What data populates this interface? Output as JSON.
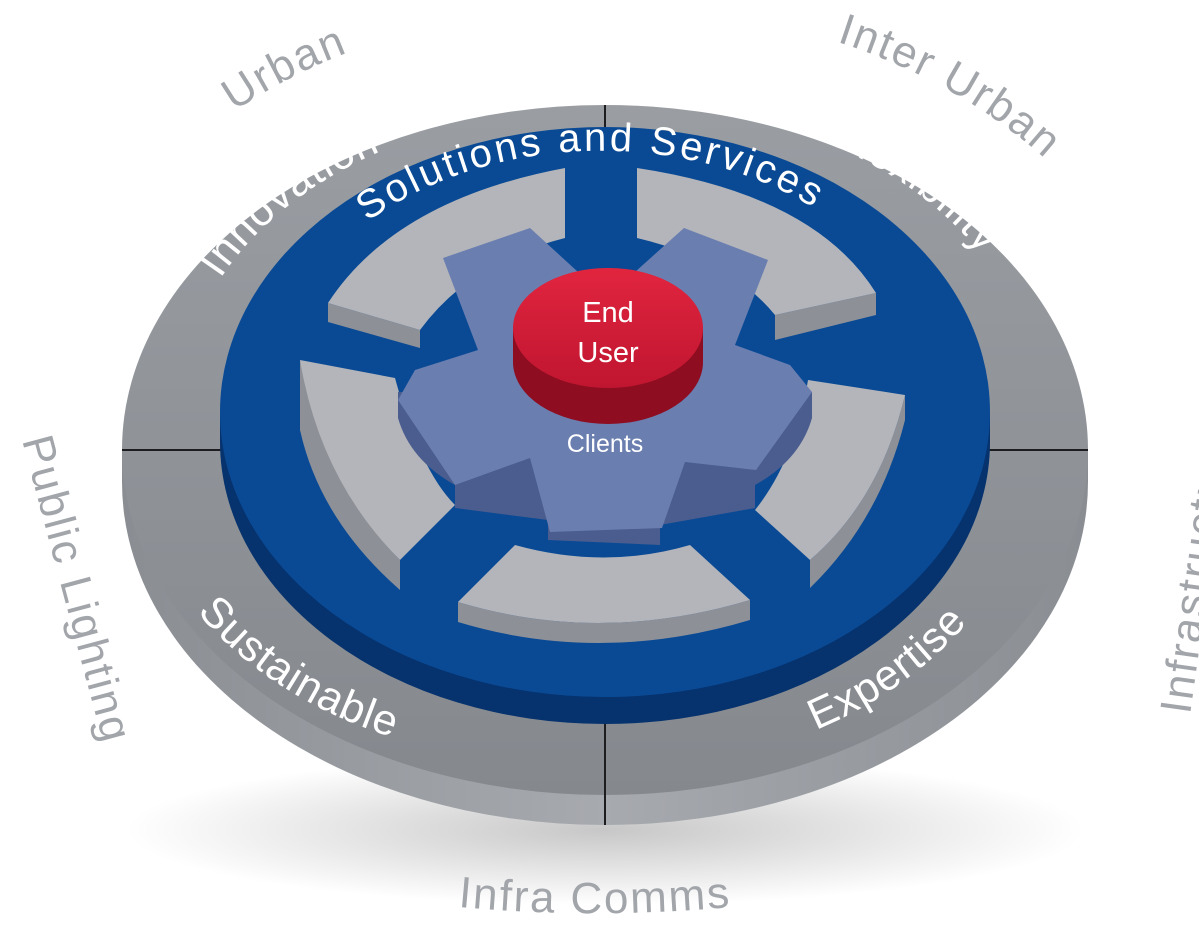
{
  "outer_sectors": {
    "urban": "Urban",
    "inter_urban": "Inter Urban",
    "infrastructure": "Infrastructure",
    "infra_comms": "Infra Comms",
    "public_lighting": "Public Lighting"
  },
  "ring_values": {
    "innovation": "Innovation",
    "flexibility": "Flexibility",
    "expertise": "Expertise",
    "sustainable": "Sustainable"
  },
  "band_label": "Solutions and Services",
  "hub": {
    "line1": "End",
    "line2": "User"
  },
  "clients_label": "Clients",
  "colors": {
    "outer_ring": "#8e9297",
    "outer_ring_side": "#7b7f84",
    "blue_ring": "#0a4a95",
    "blue_ring_side": "#06326d",
    "light_blocks": "#b3b5ba",
    "block_sides": "#8d9096",
    "star": "#6a7eb0",
    "star_side": "#4b5d8e",
    "hub": "#d11a36",
    "hub_side": "#8e0d20",
    "outer_text": "#a2a5aa"
  }
}
